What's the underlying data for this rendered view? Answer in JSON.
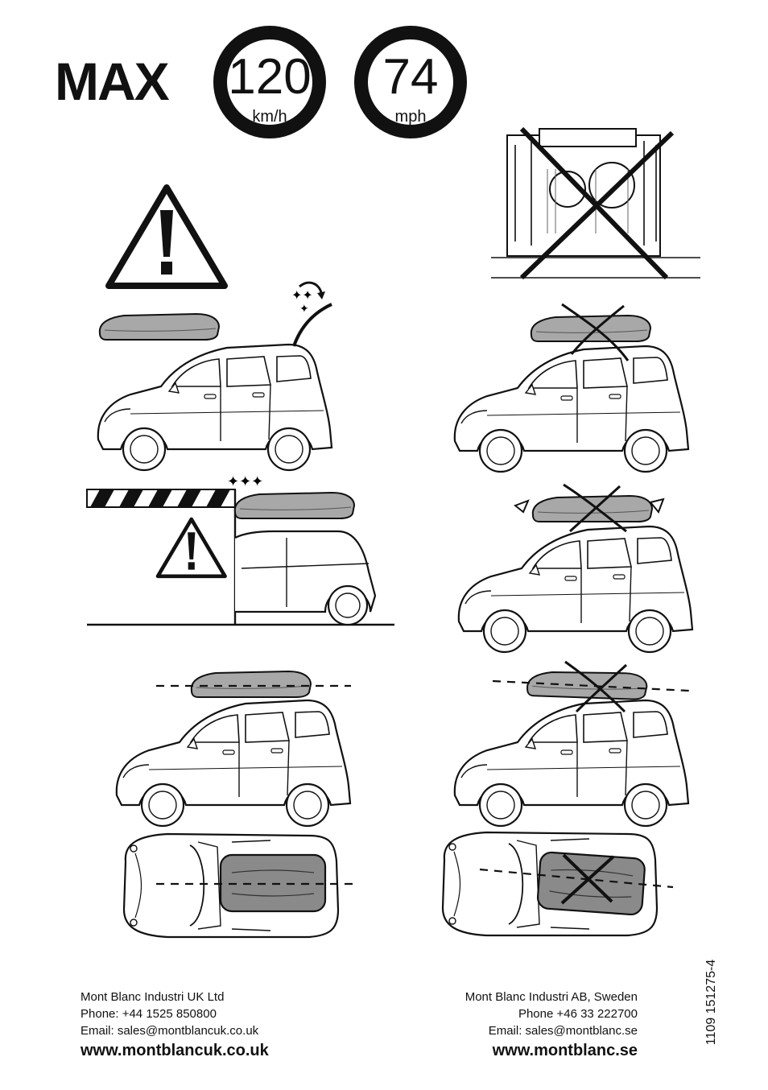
{
  "header": {
    "max_label": "MAX",
    "speed_kmh": {
      "value": "120",
      "unit": "km/h"
    },
    "speed_mph": {
      "value": "74",
      "unit": "mph"
    }
  },
  "icons": {
    "warning": "warning-triangle-icon",
    "car_wash_prohibited": "car-wash-prohibited-icon",
    "prohibited_cross": "cross-icon"
  },
  "footer": {
    "uk": {
      "company": "Mont Blanc Industri UK Ltd",
      "phone": "Phone: +44 1525 850800",
      "email": "Email: sales@montblancuk.co.uk",
      "website": "www.montblancuk.co.uk"
    },
    "se": {
      "company": "Mont Blanc Industri AB, Sweden",
      "phone": "Phone +46 33 222700",
      "email": "Email: sales@montblanc.se",
      "website": "www.montblanc.se"
    },
    "document_code": "1109 151275-4"
  },
  "colors": {
    "ink": "#111111",
    "box_fill": "#a8a8a8",
    "box_fill_top": "#8a8a8a"
  }
}
